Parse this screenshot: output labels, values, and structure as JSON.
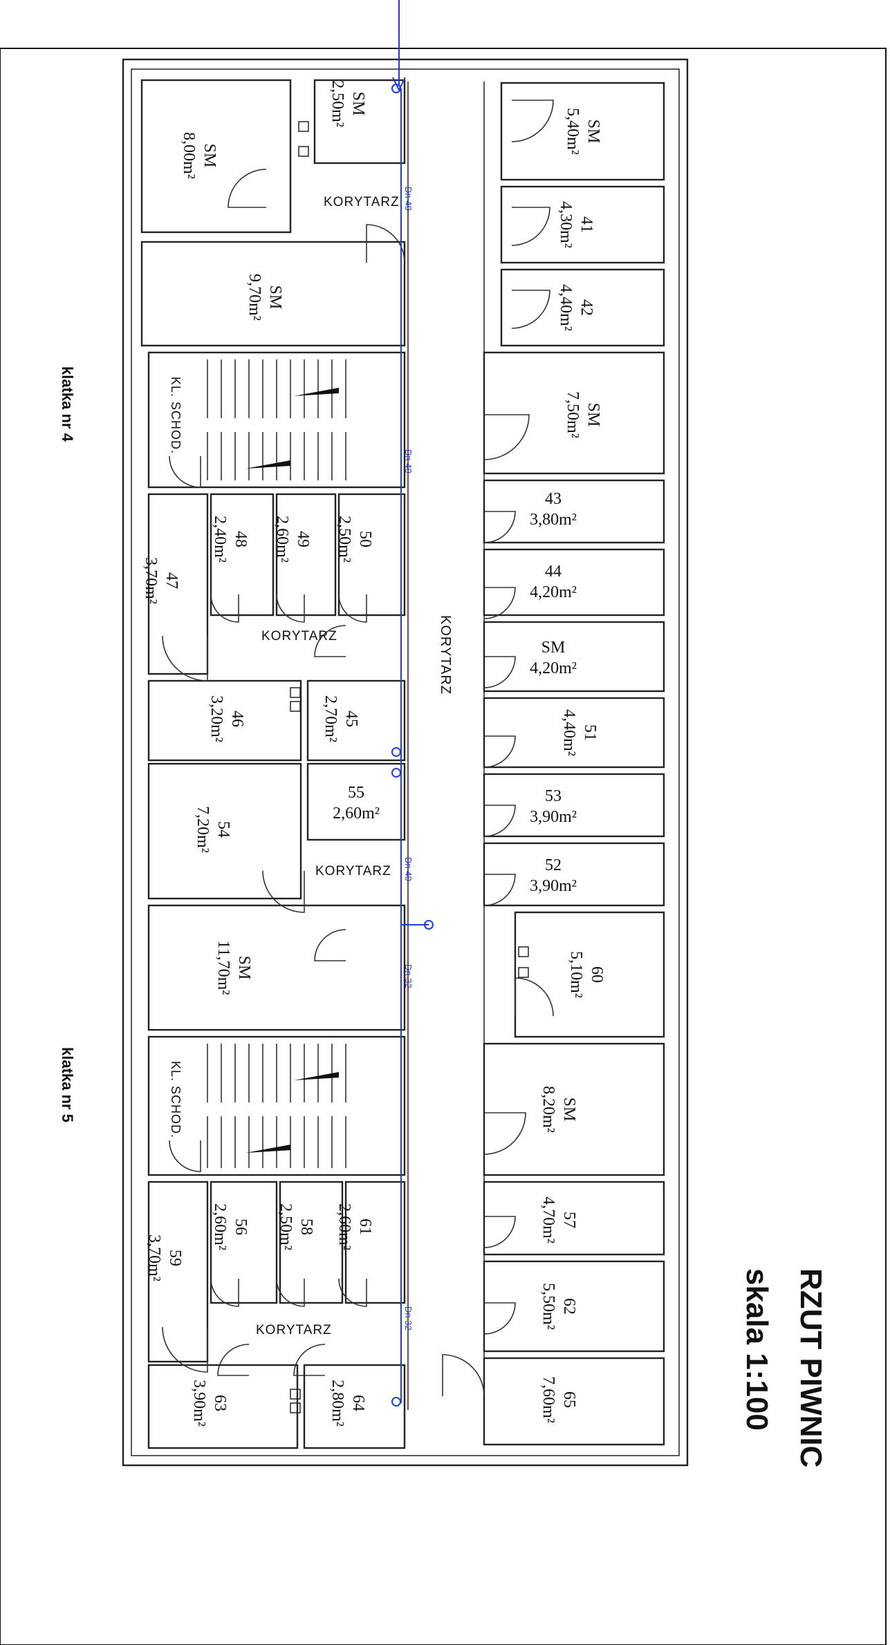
{
  "title": "RZUT PIWNIC",
  "scale": "skala 1:100",
  "stairwells": [
    {
      "label": "klatka nr 4",
      "stair": "KL. SCHOD."
    },
    {
      "label": "klatka nr 5",
      "stair": "KL. SCHOD."
    }
  ],
  "main_corridor": "KORYTARZ",
  "corridors": [
    "KORYTARZ",
    "KORYTARZ",
    "KORYTARZ",
    "KORYTARZ"
  ],
  "pipe_labels": [
    "Dn 40",
    "Dn 40",
    "Dn 40",
    "Dn 32",
    "Dn 32"
  ],
  "rooms": [
    {
      "number": "SM",
      "area": "8,00m²"
    },
    {
      "number": "SM",
      "area": "2,50m²"
    },
    {
      "number": "SM",
      "area": "9,70m²"
    },
    {
      "number": "SM",
      "area": "5,40m²"
    },
    {
      "number": "41",
      "area": "4,30m²"
    },
    {
      "number": "42",
      "area": "4,40m²"
    },
    {
      "number": "SM",
      "area": "7,50m²"
    },
    {
      "number": "43",
      "area": "3,80m²"
    },
    {
      "number": "44",
      "area": "4,20m²"
    },
    {
      "number": "SM",
      "area": "4,20m²"
    },
    {
      "number": "51",
      "area": "4,40m²"
    },
    {
      "number": "53",
      "area": "3,90m²"
    },
    {
      "number": "52",
      "area": "3,90m²"
    },
    {
      "number": "60",
      "area": "5,10m²"
    },
    {
      "number": "SM",
      "area": "8,20m²"
    },
    {
      "number": "57",
      "area": "4,70m²"
    },
    {
      "number": "62",
      "area": "5,50m²"
    },
    {
      "number": "65",
      "area": "7,60m²"
    },
    {
      "number": "47",
      "area": "3,70m²"
    },
    {
      "number": "48",
      "area": "2,40m²"
    },
    {
      "number": "49",
      "area": "2,60m²"
    },
    {
      "number": "50",
      "area": "2,50m²"
    },
    {
      "number": "46",
      "area": "3,20m²"
    },
    {
      "number": "45",
      "area": "2,70m²"
    },
    {
      "number": "54",
      "area": "7,20m²"
    },
    {
      "number": "55",
      "area": "2,60m²"
    },
    {
      "number": "SM",
      "area": "11,70m²"
    },
    {
      "number": "59",
      "area": "3,70m²"
    },
    {
      "number": "56",
      "area": "2,60m²"
    },
    {
      "number": "58",
      "area": "2,50m²"
    },
    {
      "number": "61",
      "area": "2,60m²"
    },
    {
      "number": "63",
      "area": "3,90m²"
    },
    {
      "number": "64",
      "area": "2,80m²"
    }
  ]
}
